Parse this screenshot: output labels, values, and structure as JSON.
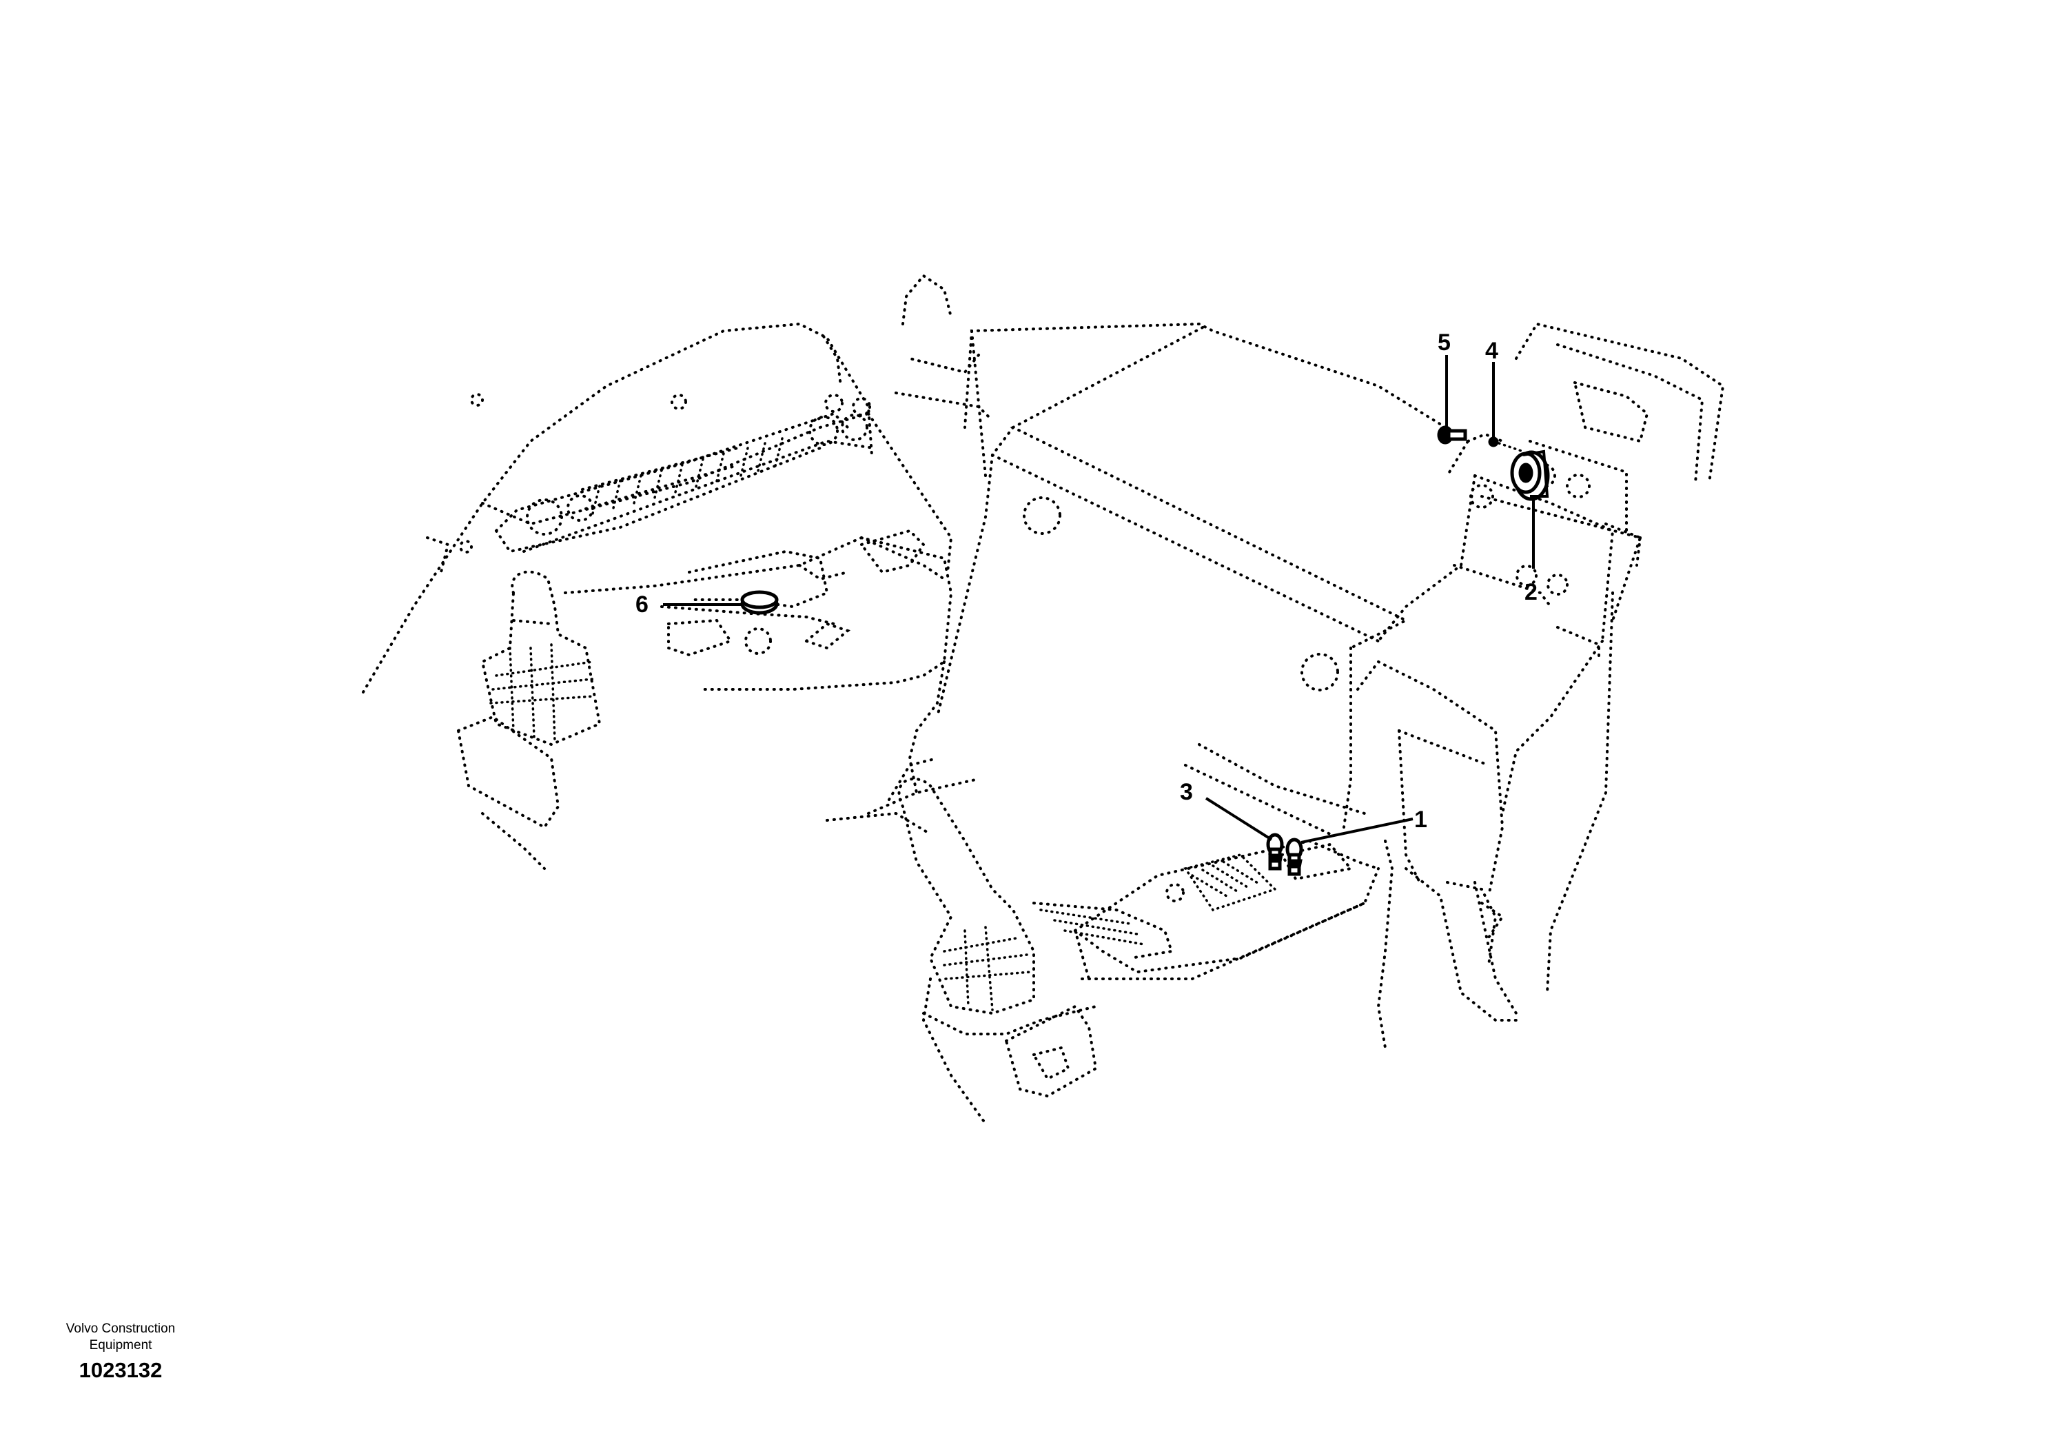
{
  "callouts": [
    {
      "number": "1"
    },
    {
      "number": "2"
    },
    {
      "number": "3"
    },
    {
      "number": "4"
    },
    {
      "number": "5"
    },
    {
      "number": "6"
    }
  ],
  "footer": {
    "maker_line1": "Volvo Construction",
    "maker_line2": "Equipment",
    "drawing_number": "1023132"
  },
  "colors": {
    "background": "#ffffff",
    "ink": "#000000"
  }
}
